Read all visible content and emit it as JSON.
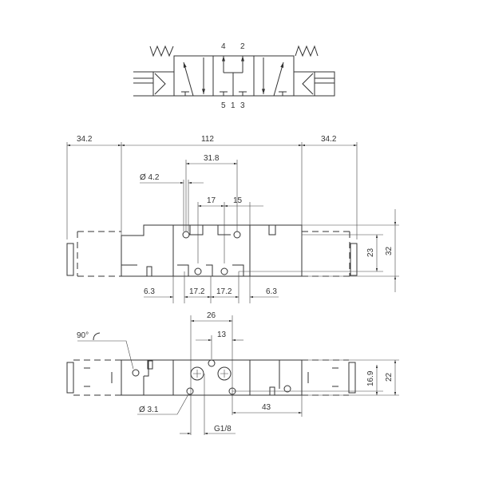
{
  "symbol": {
    "ports_top": [
      "4",
      "2"
    ],
    "ports_bottom": [
      "5",
      "1",
      "3"
    ]
  },
  "front_view": {
    "overall_left": "34.2",
    "body_length": "112",
    "overall_right": "34.2",
    "hole_pitch": "31.8",
    "hole_diameter": "Ø 4.2",
    "offset_a": "17",
    "offset_b": "15",
    "bottom_left": "6.3",
    "bottom_pitch_a": "17.2",
    "bottom_pitch_b": "17.2",
    "bottom_right": "6.3",
    "height_inner": "23",
    "height_total": "32"
  },
  "bottom_view": {
    "rotation": "90°",
    "port_spacing": "26",
    "port_offset": "13",
    "mount_hole": "Ø 3.1",
    "thread": "G1/8",
    "mount_distance": "43",
    "width_inner": "16.9",
    "width_total": "22"
  }
}
